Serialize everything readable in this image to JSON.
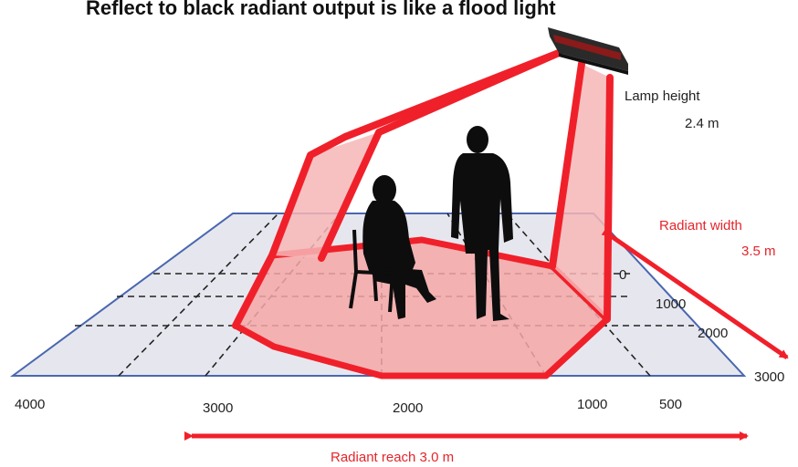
{
  "title": "Reflect to black radiant output is like a flood light",
  "lamp": {
    "height_label": "Lamp height",
    "height_value": "2.4 m"
  },
  "radiant_width": {
    "label": "Radiant width",
    "value": "3.5 m"
  },
  "radiant_reach": {
    "label": "Radiant reach 3.0 m"
  },
  "depth_ticks": [
    "0",
    "1000",
    "2000",
    "3000"
  ],
  "width_ticks": [
    "4000",
    "3000",
    "2000",
    "1000",
    "500"
  ],
  "colors": {
    "beam": "#f0202a",
    "beam_fill": "#f7b6b6",
    "floor_fill": "#e6e7ee",
    "floor_edge": "#4a67b0",
    "silhouette": "#0d0d0d"
  },
  "icons": [
    "radiant-heater-icon",
    "standing-person-icon",
    "seated-person-icon",
    "chair-icon"
  ]
}
